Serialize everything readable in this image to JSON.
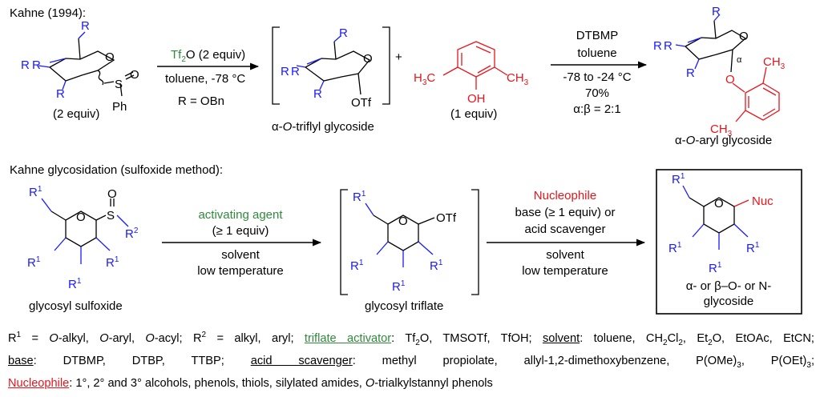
{
  "top": {
    "title": "Kahne (1994):",
    "sm": {
      "r1": "R",
      "r2": "R",
      "r3": "R",
      "r4": "R",
      "o": "O",
      "s": "S",
      "so": "O",
      "ph": "Ph",
      "equiv": "(2 equiv)"
    },
    "arrow1": {
      "reagent": "Tf",
      "reagent_sub": "2",
      "reagent_tail": "O (2 equiv)",
      "cond": "toluene, -78 °C",
      "rdef": "R = OBn"
    },
    "triflate": {
      "r1": "R",
      "r2": "R",
      "r3": "R",
      "r4": "R",
      "o": "O",
      "otf": "OTf",
      "caption_pre": "α-",
      "caption_it": "O",
      "caption_post": "-triflyl glycoside"
    },
    "plus": "+",
    "phenol": {
      "h3c": "H",
      "h3c_sub": "3",
      "h3c_tail": "C",
      "ch3": "CH",
      "ch3_sub": "3",
      "oh": "OH",
      "equiv": "(1 equiv)"
    },
    "arrow2": {
      "l1": "DTBMP",
      "l2": "toluene",
      "l3": "-78 to -24 °C",
      "l4": "70%",
      "l5": "α:β = 2:1"
    },
    "product": {
      "r1": "R",
      "r2": "R",
      "r3": "R",
      "r4": "R",
      "o": "O",
      "alpha": "α",
      "oaryl": "O",
      "ch3a": "CH",
      "ch3a_sub": "3",
      "ch3b": "CH",
      "ch3b_sub": "3",
      "caption_pre": "α-",
      "caption_it": "O",
      "caption_post": "-aryl glycoside"
    }
  },
  "bottom": {
    "title": "Kahne glycosidation (sulfoxide method):",
    "sulfoxide": {
      "r1a": "R",
      "r1a_sup": "1",
      "r1b": "R",
      "r1b_sup": "1",
      "r1c": "R",
      "r1c_sup": "1",
      "r1d": "R",
      "r1d_sup": "1",
      "o": "O",
      "so": "O",
      "s": "S",
      "r2": "R",
      "r2_sup": "2",
      "caption": "glycosyl sulfoxide"
    },
    "arrow3": {
      "act1": "activating agent",
      "act2": "(≥ 1 equiv)",
      "solv1": "solvent",
      "solv2": "low temperature"
    },
    "triflate": {
      "r1a": "R",
      "r1a_sup": "1",
      "r1b": "R",
      "r1b_sup": "1",
      "r1c": "R",
      "r1c_sup": "1",
      "r1d": "R",
      "r1d_sup": "1",
      "o": "O",
      "otf": "OTf",
      "caption": "glycosyl triflate"
    },
    "arrow4": {
      "nuc": "Nucleophile",
      "base1": "base (≥ 1 equiv) or",
      "base2": "acid scavenger",
      "solv1": "solvent",
      "solv2": "low temperature"
    },
    "product": {
      "r1a": "R",
      "r1a_sup": "1",
      "r1b": "R",
      "r1b_sup": "1",
      "r1c": "R",
      "r1c_sup": "1",
      "r1d": "R",
      "r1d_sup": "1",
      "o": "O",
      "nuc": "Nuc",
      "cap1": "α- or β–O- or N-",
      "cap2": "glycoside"
    }
  },
  "legend": {
    "r1": "R",
    "r1_sup": "1",
    "r1_def_a": " = ",
    "r1_o1": "O",
    "r1_def_b": "-alkyl, ",
    "r1_o2": "O",
    "r1_def_c": "-aryl, ",
    "r1_o3": "O",
    "r1_def_d": "-acyl; ",
    "r2": "R",
    "r2_sup": "2",
    "r2_def": " = alkyl, aryl; ",
    "activator_label": "triflate activator",
    "activator_list_a": ": Tf",
    "activator_list_sub": "2",
    "activator_list_b": "O, TMSOTf, TfOH; ",
    "solvent_label": "solvent",
    "solvent_a": ": toluene, CH",
    "solvent_sub1": "2",
    "solvent_b": "Cl",
    "solvent_sub2": "2",
    "solvent_c": ", Et",
    "solvent_sub3": "2",
    "solvent_d": "O, EtOAc, EtCN;",
    "base_label": "base",
    "base_list": ": DTBMP, DTBP, TTBP; ",
    "acid_label": "acid scavenger",
    "acid_a": ": methyl propiolate, allyl-1,2-dimethoxybenzene, P(OMe)",
    "acid_sub1": "3",
    "acid_b": ", P(OEt)",
    "acid_sub2": "3",
    "acid_c": ";",
    "nuc_label": "Nucleophile",
    "nuc_a": ": 1°, 2° and 3° alcohols, phenols, thiols, silylated amides, ",
    "nuc_it": "O",
    "nuc_b": "-trialkylstannyl phenols"
  },
  "colors": {
    "blue": "#1a1aff",
    "red": "#e8141b",
    "green": "#2e8b3a",
    "black": "#000000"
  }
}
